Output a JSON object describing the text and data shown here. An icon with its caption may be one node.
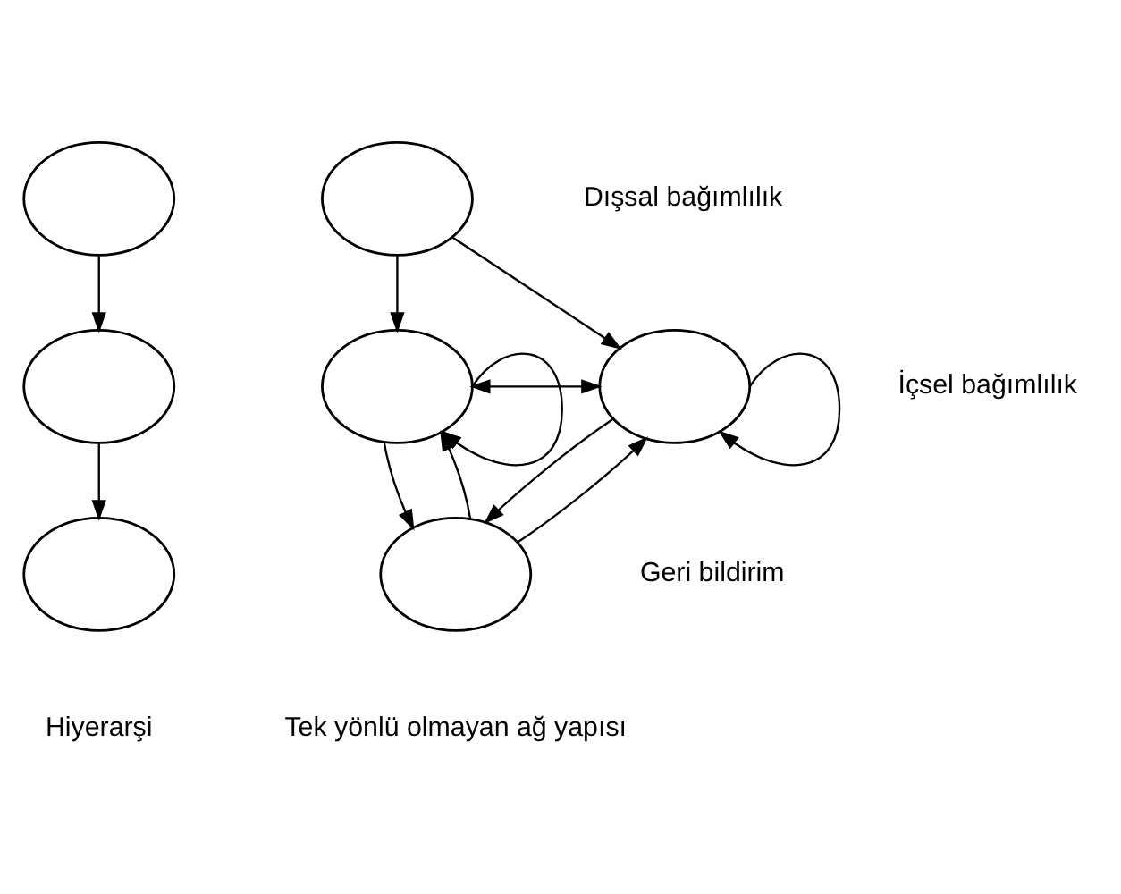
{
  "diagram": {
    "nodes": [
      {
        "text": [],
        "shape": "ellipse"
      },
      {
        "text": [],
        "shape": "ellipse"
      },
      {
        "text": [],
        "shape": "ellipse"
      },
      {
        "text": [],
        "shape": "ellipse"
      },
      {
        "text": [],
        "shape": "ellipse"
      },
      {
        "text": [],
        "shape": "ellipse"
      },
      {
        "text": [],
        "shape": "ellipse"
      }
    ],
    "edges": [
      {
        "from": 0,
        "to": 1,
        "arrow": "to"
      },
      {
        "from": 1,
        "to": 2,
        "arrow": "to"
      },
      {
        "from": 3,
        "to": 4,
        "arrow": "to"
      },
      {
        "from": 3,
        "to": 6,
        "arrow": "to"
      },
      {
        "from": 4,
        "to": 6,
        "arrow": "both"
      },
      {
        "from": 4,
        "to": 4,
        "arrow": "to"
      },
      {
        "from": 4,
        "to": 5,
        "arrow": "to"
      },
      {
        "from": 5,
        "to": 4,
        "arrow": "to"
      },
      {
        "from": 5,
        "to": 6,
        "arrow": "to"
      },
      {
        "from": 6,
        "to": 5,
        "arrow": "to"
      },
      {
        "from": 6,
        "to": 6,
        "arrow": "to"
      }
    ],
    "labels": [
      "Dışsal bağımlılık",
      "İçsel bağımlılık",
      "Geri bildirim",
      "Hiyerarşi",
      "Tek yönlü olmayan ağ yapısı"
    ]
  }
}
